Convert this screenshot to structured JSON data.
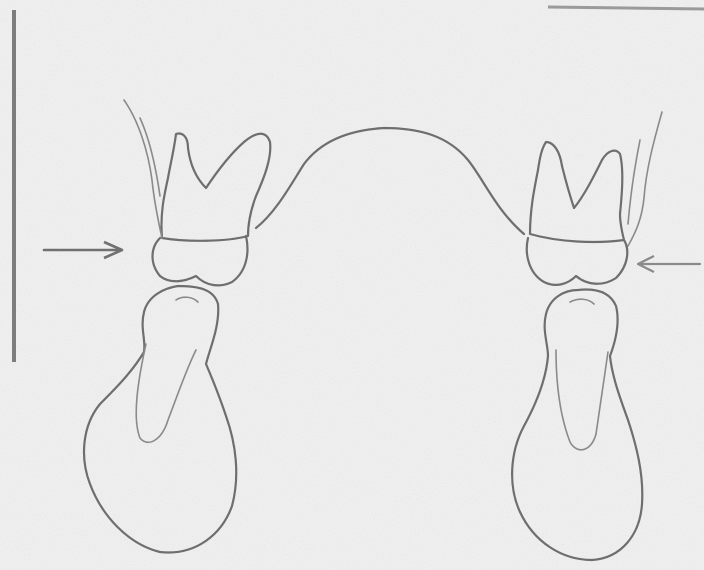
{
  "figure": {
    "colors": {
      "background": "#f2f2f2",
      "ink": "#6e6e6e"
    },
    "elements": [
      "left-tooth-pair",
      "right-tooth-pair",
      "palatal-arch-curve",
      "left-arrow",
      "right-arrow"
    ]
  }
}
